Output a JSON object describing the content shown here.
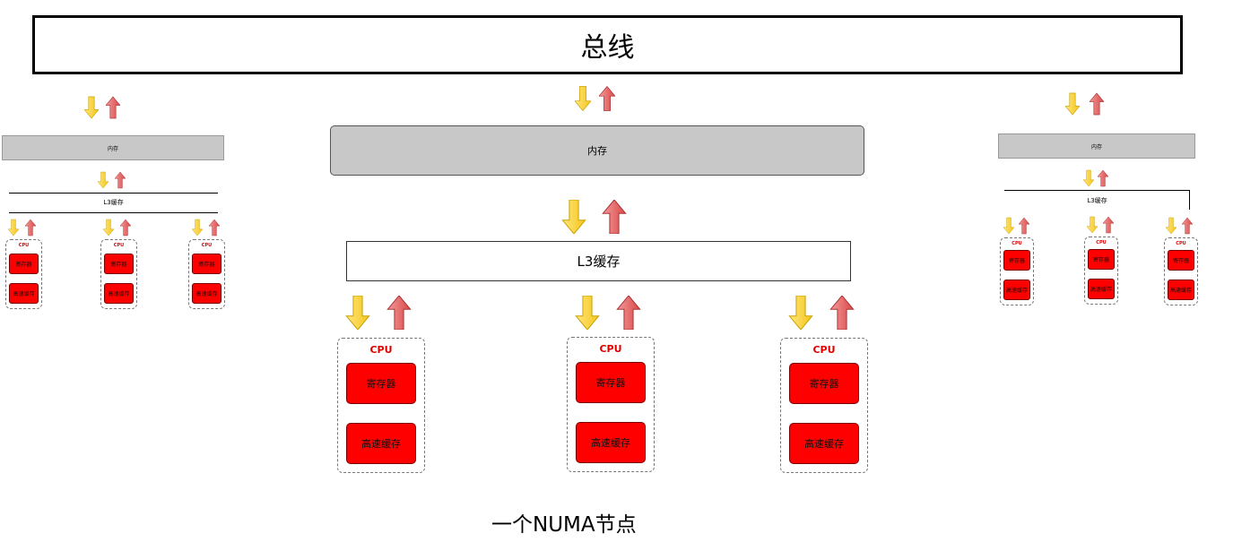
{
  "bus": {
    "label": "总线"
  },
  "memory": {
    "label": "内存"
  },
  "l3": {
    "label": "L3缓存"
  },
  "cpus": [
    {
      "label": "CPU",
      "register": "寄存器",
      "cache": "高速缓存"
    },
    {
      "label": "CPU",
      "register": "寄存器",
      "cache": "高速缓存"
    },
    {
      "label": "CPU",
      "register": "寄存器",
      "cache": "高速缓存"
    }
  ],
  "caption": "一个NUMA节点",
  "left_node": {
    "memory": "内存",
    "l3": "L3缓存",
    "cpu_label": "CPU",
    "register": "寄存器",
    "cache": "高速缓存"
  },
  "right_node": {
    "memory": "内存",
    "l3": "L3缓存",
    "cpu_label": "CPU",
    "register": "寄存器",
    "cache": "高速缓存"
  },
  "colors": {
    "down_arrow": "#ffd84a",
    "up_arrow": "#e86a6a",
    "cpu_label": "#e00000",
    "cpu_block": "#ff0000",
    "memory_fill": "#c8c8c8"
  }
}
